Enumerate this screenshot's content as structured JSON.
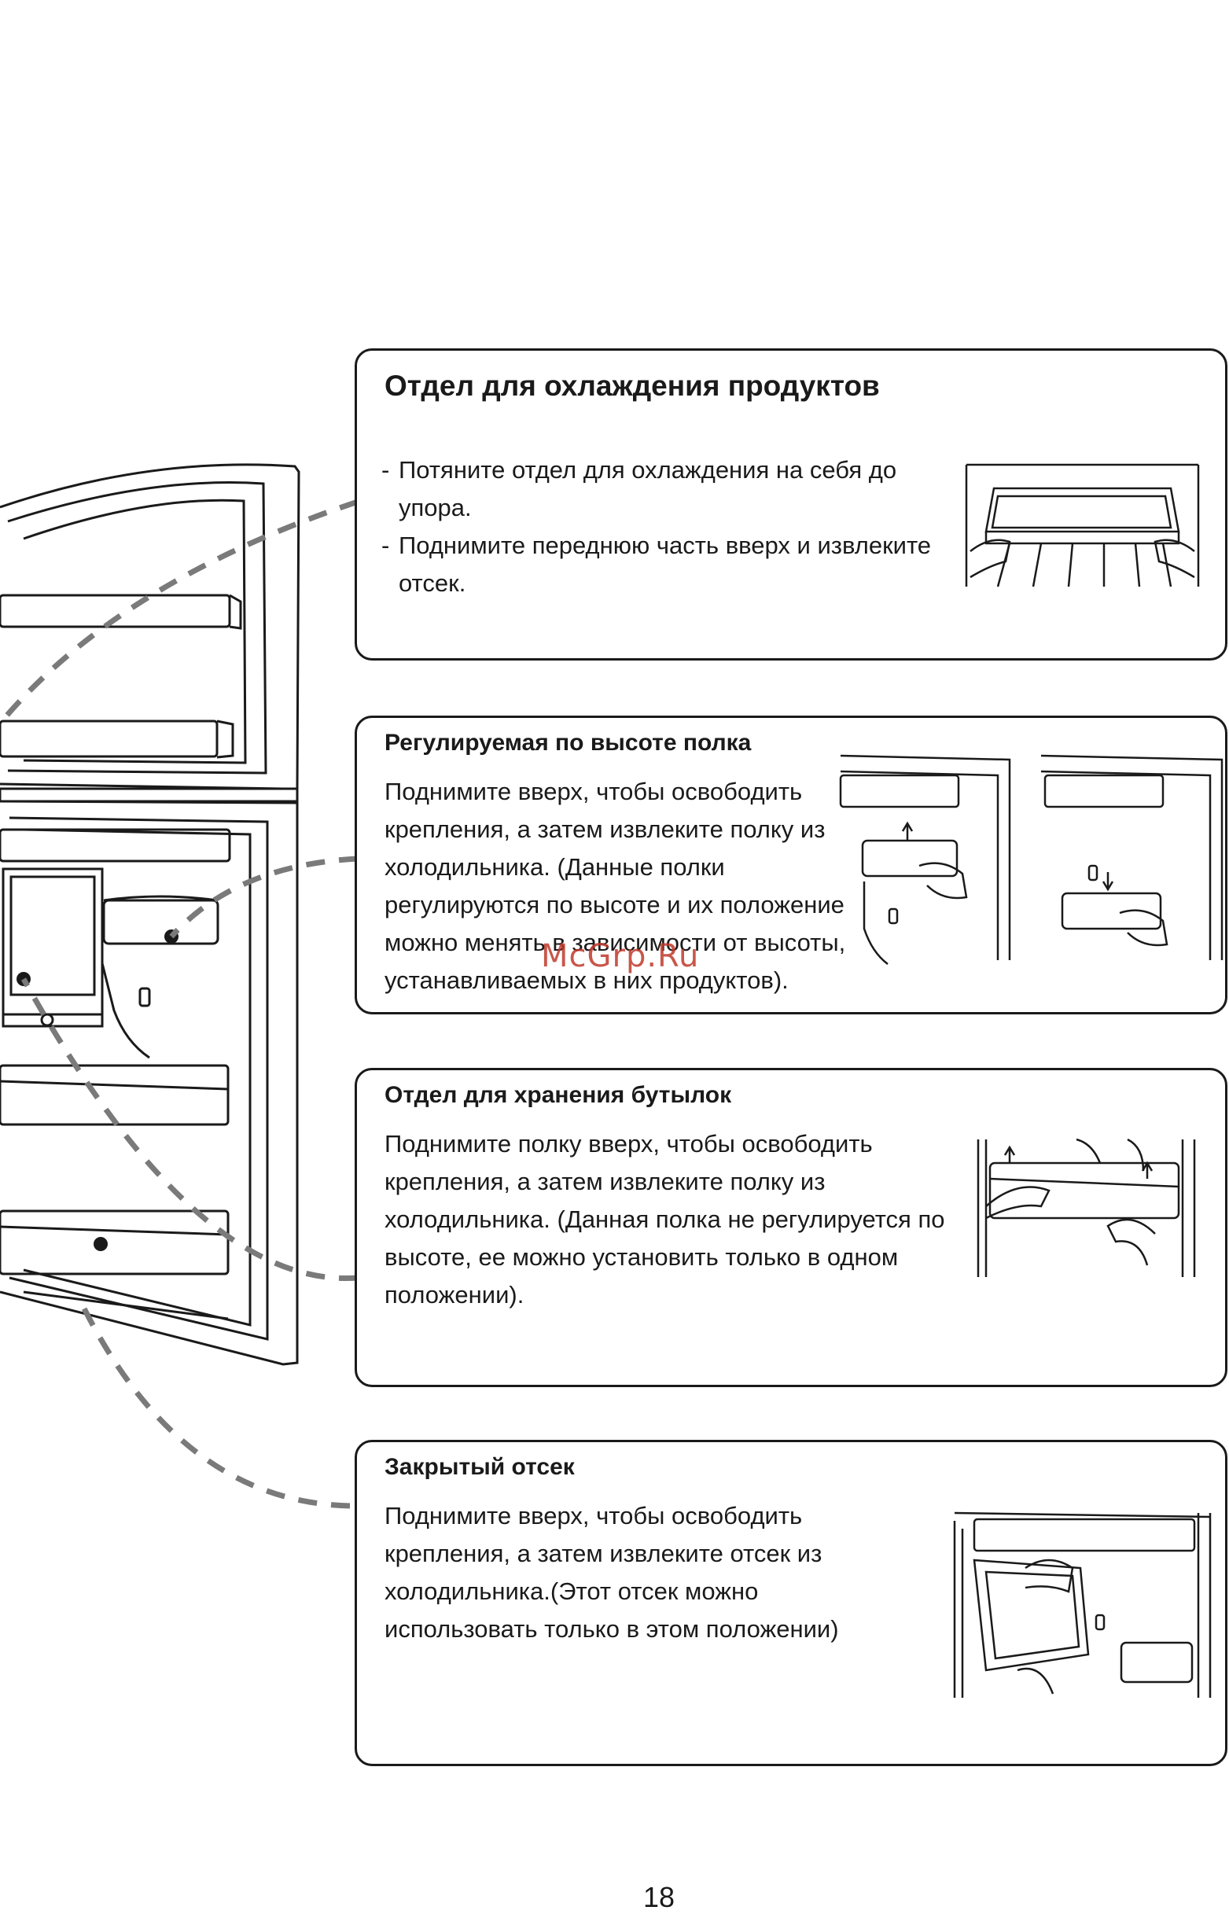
{
  "sections": {
    "chilling": {
      "title": "Отдел для охлаждения продуктов",
      "bullets": [
        {
          "marker": "-",
          "text": "Потяните отдел для охлаждения на себя до упора."
        },
        {
          "marker": "-",
          "text": "Поднимите переднюю часть вверх и извлеките отсек."
        }
      ]
    },
    "adjustable_shelf": {
      "title": "Регулируемая по высоте полка",
      "body": "Поднимите вверх, чтобы освободить крепления, а затем извлеките полку из холодильника. (Данные полки регулируются по высоте и их положение можно менять в зависимости от высоты, устанавливаемых в них продуктов)."
    },
    "bottle_storage": {
      "title": "Отдел для хранения бутылок",
      "body": "Поднимите полку вверх, чтобы освободить крепления, а затем извлеките полку из холодильника. (Данная полка не регулируется по высоте, ее можно установить только в одном положении)."
    },
    "closed_compartment": {
      "title": "Закрытый отсек",
      "body": "Поднимите вверх, чтобы освободить крепления, а затем извлеките отсек из холодильника.(Этот отсек можно использовать только в этом положении)"
    }
  },
  "watermark": "McGrp.Ru",
  "page_number": "18",
  "colors": {
    "line": "#1a1a1a",
    "dashed_connector": "#7a7a7a",
    "watermark": "#c0392b"
  }
}
